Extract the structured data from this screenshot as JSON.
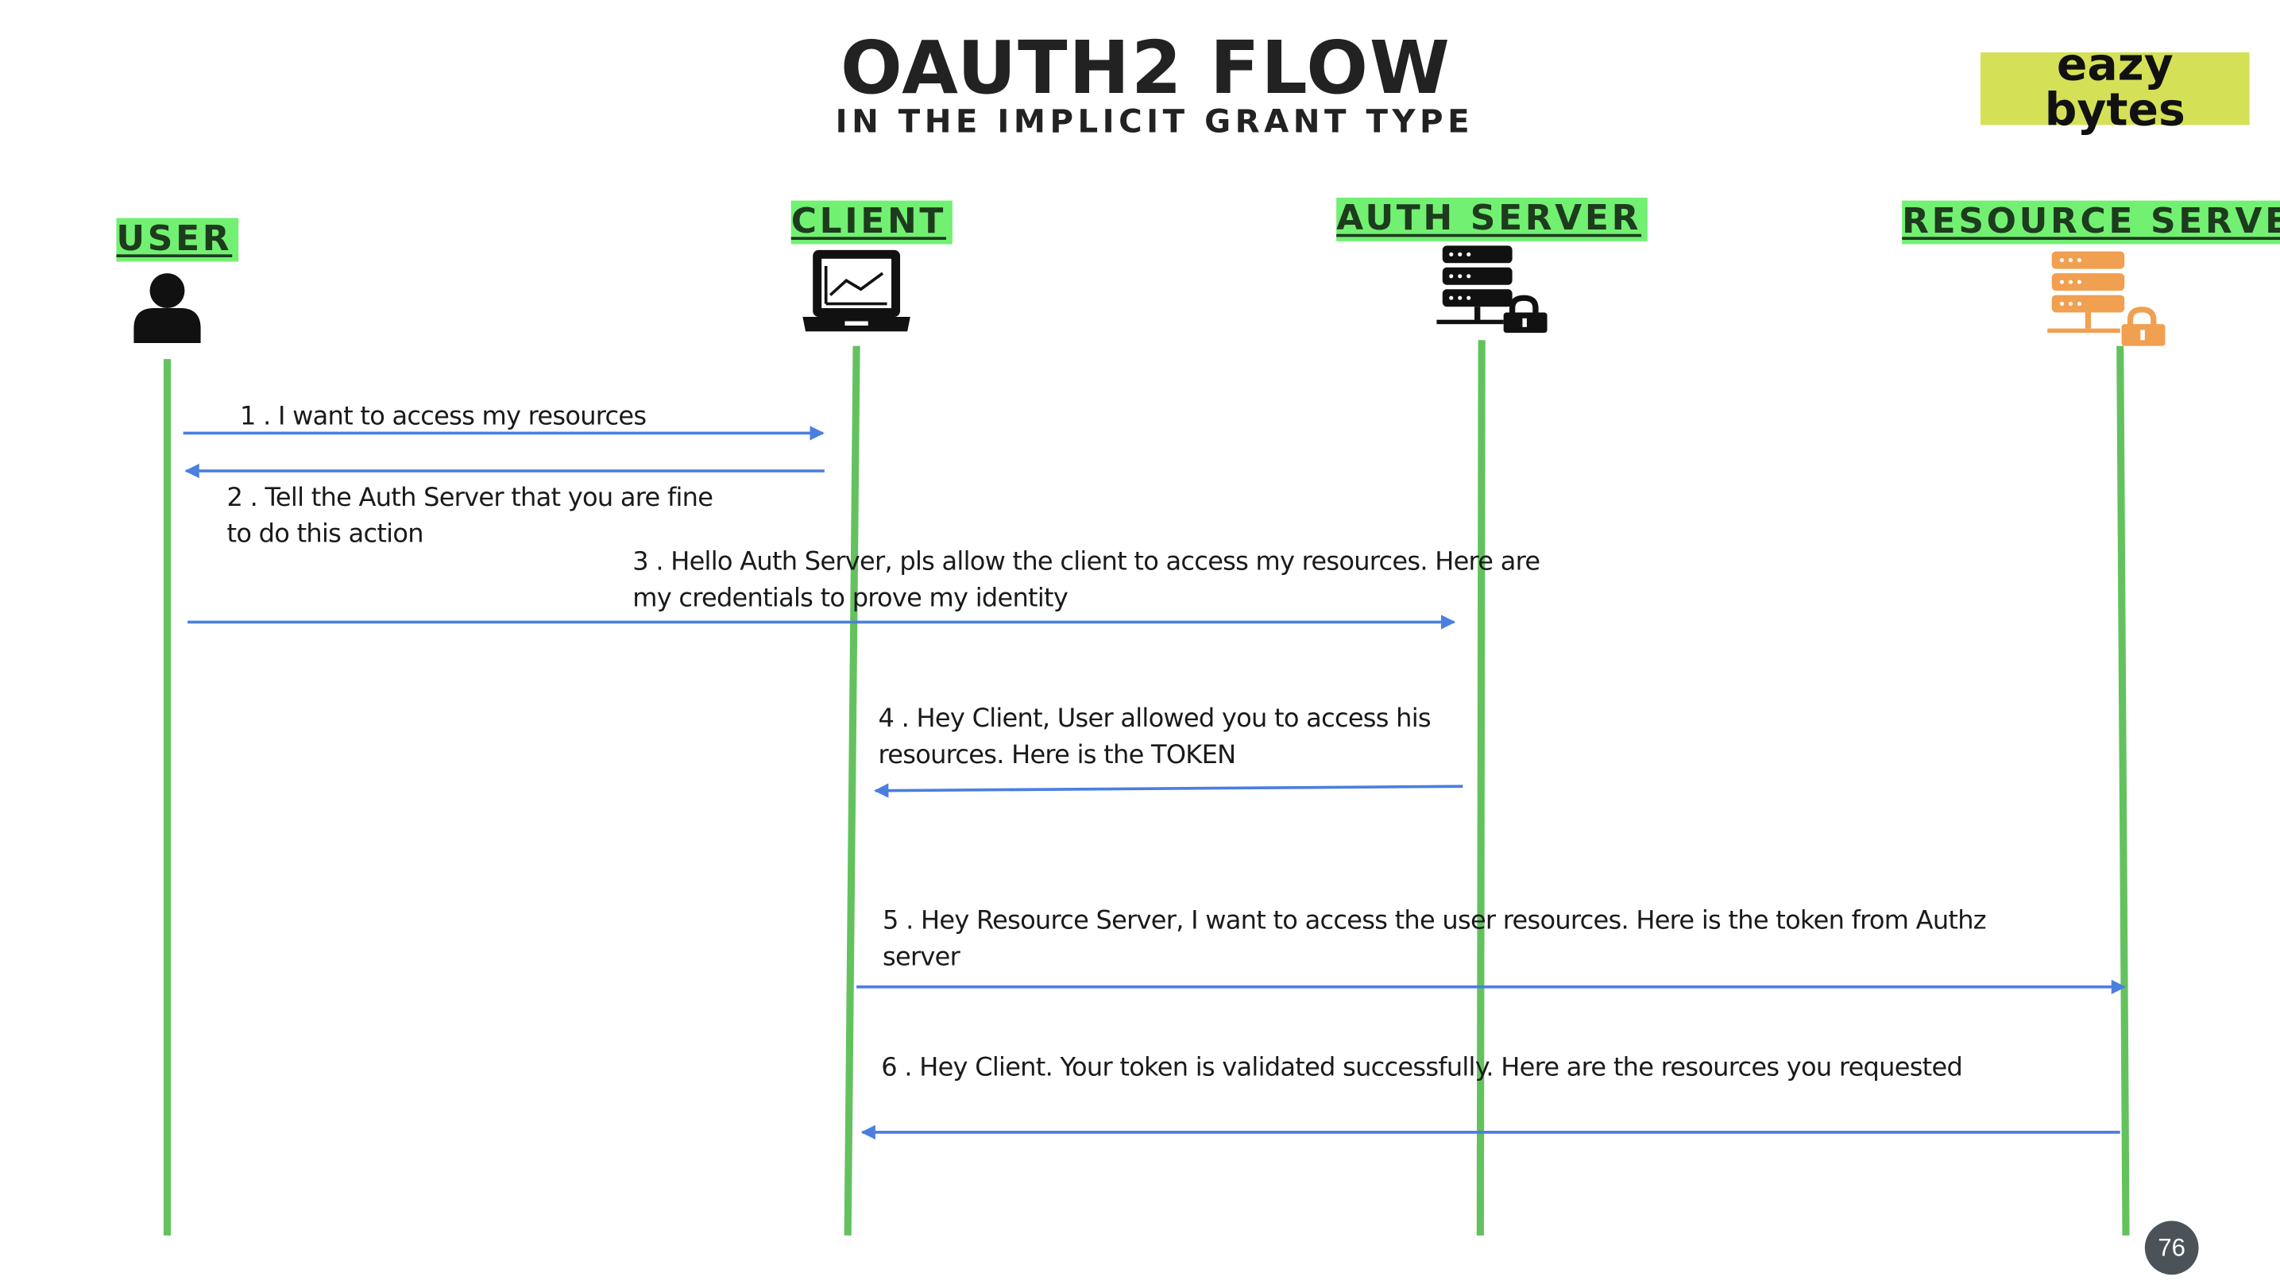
{
  "title": "OAUTH2 FLOW",
  "subtitle": "IN THE IMPLICIT GRANT TYPE",
  "logo": {
    "line1": "eazy",
    "line2": "bytes"
  },
  "actors": {
    "user": "USER",
    "client": "CLIENT",
    "auth_server": "AUTH SERVER",
    "resource_server": "RESOURCE SERVER"
  },
  "icons": {
    "user": "person-icon",
    "client": "laptop-chart-icon",
    "auth_server": "server-lock-icon",
    "resource_server": "server-lock-icon"
  },
  "steps": [
    {
      "line1": "1 . I want to access my resources",
      "line2": ""
    },
    {
      "line1": "2 . Tell the Auth Server that you are fine",
      "line2": "to do this action"
    },
    {
      "line1": "3 . Hello Auth Server, pls allow the client to access my resources. Here are",
      "line2": "my credentials to prove my identity"
    },
    {
      "line1": "4 . Hey Client, User allowed you to access his",
      "line2": "resources. Here is the TOKEN"
    },
    {
      "line1": "5 . Hey Resource Server,  I want to access the user resources. Here is the token from Authz",
      "line2": "server"
    },
    {
      "line1": "6 . Hey Client. Your token is validated successfully. Here are the resources you requested",
      "line2": ""
    }
  ],
  "page_number": "76",
  "colors": {
    "lifeline": "#63c25e",
    "arrow": "#4a7fe0",
    "label_highlight": "#72f072",
    "logo_bg": "#d4e157",
    "resource_server_icon": "#f0a050",
    "icon_dark": "#111111"
  }
}
